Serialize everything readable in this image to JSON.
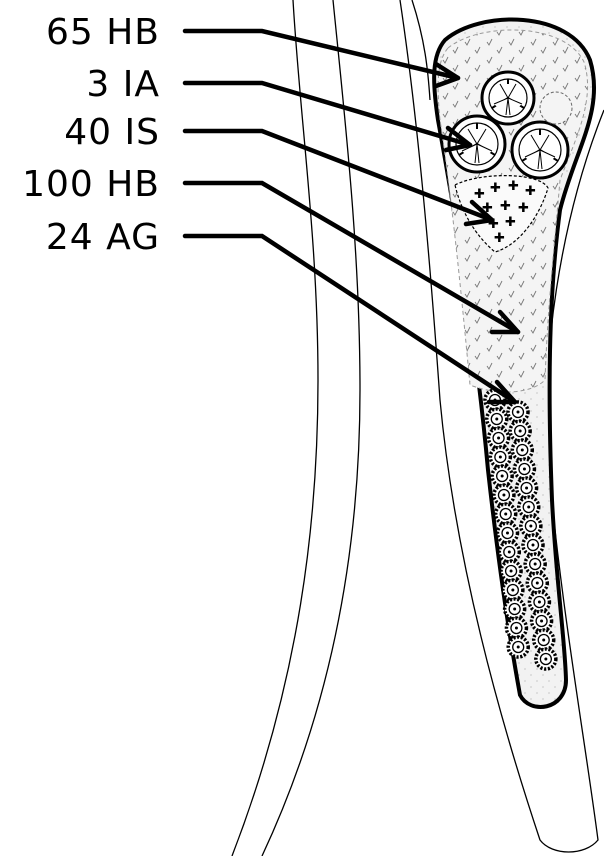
{
  "diagram": {
    "colors": {
      "ink": "#000000",
      "paper": "#ffffff",
      "fill_light": "#f4f4f4",
      "fill_mid": "#e9e9e9"
    },
    "callouts": [
      {
        "label": "65 HB",
        "symbol": "groundcover-check-icon"
      },
      {
        "label": "3 IA",
        "symbol": "shrub-cluster-icon"
      },
      {
        "label": "40 IS",
        "symbol": "cross-hatch-perennial-icon"
      },
      {
        "label": "100 HB",
        "symbol": "groundcover-check-icon"
      },
      {
        "label": "24 AG",
        "symbol": "gear-flower-icon"
      }
    ]
  }
}
